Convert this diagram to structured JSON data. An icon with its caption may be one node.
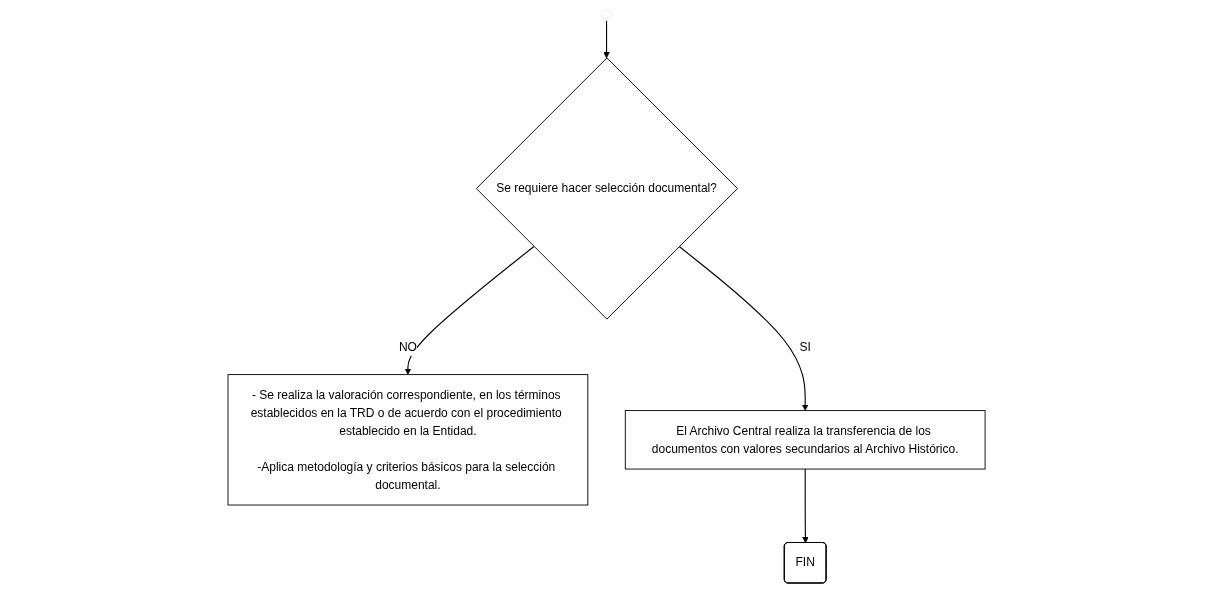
{
  "diagram": {
    "nodes": [
      {
        "text": [
          "Se requiere hacer selección documental?"
        ]
      },
      {
        "text": [
          "- Se realiza la valoración correspondiente, en los términos establecidos en la TRD o de acuerdo con el procedimiento establecido en la Entidad.",
          "-Aplica metodología y criterios básicos para la selección documental."
        ]
      },
      {
        "text": [
          "El Archivo Central realiza la transferencia de los documentos con valores secundarios al Archivo Histórico."
        ]
      },
      {
        "text": [
          "FIN"
        ]
      }
    ],
    "edges": [
      {
        "from": null,
        "to": 0,
        "arrow": "to"
      },
      {
        "from": 0,
        "to": 1,
        "arrow": "to",
        "label": "NO"
      },
      {
        "from": 0,
        "to": 2,
        "arrow": "to",
        "label": "SI"
      },
      {
        "from": 2,
        "to": 3,
        "arrow": "to"
      }
    ]
  }
}
